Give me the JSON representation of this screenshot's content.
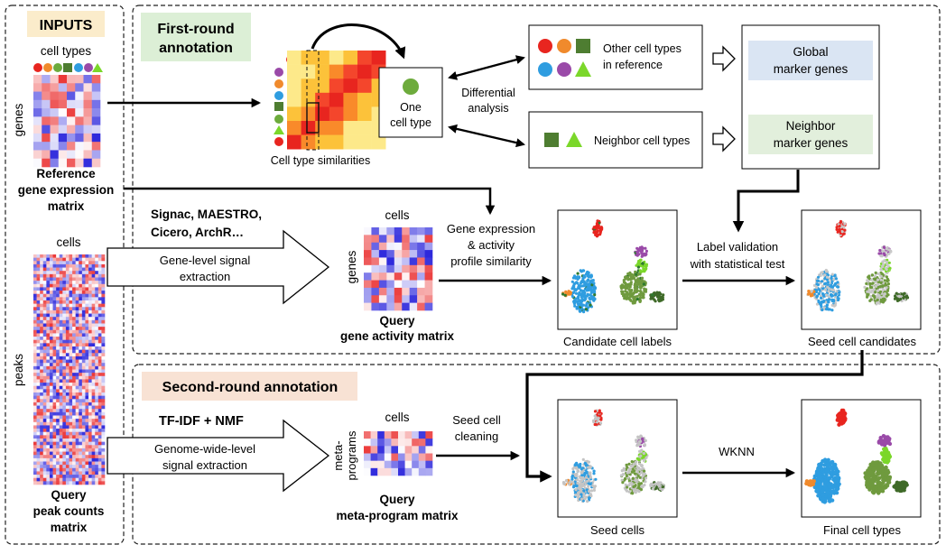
{
  "inputs": {
    "title": "INPUTS",
    "cell_types_label": "cell types",
    "genes_label": "genes",
    "ref_matrix_label": [
      "Reference",
      "gene expression",
      "matrix"
    ],
    "cells_label": "cells",
    "peaks_label": "peaks",
    "query_matrix_label": [
      "Query",
      "peak counts",
      "matrix"
    ]
  },
  "first_round": {
    "title": [
      "First-round",
      "annotation"
    ],
    "similarity_caption": "Cell type similarities",
    "one_cell_type": [
      "One",
      "cell type"
    ],
    "differential_analysis": [
      "Differential",
      "analysis"
    ],
    "other_cell_types": [
      "Other cell types",
      "in reference"
    ],
    "neighbor_cell_types": "Neighbor cell types",
    "global_marker_genes": [
      "Global",
      "marker genes"
    ],
    "neighbor_marker_genes": [
      "Neighbor",
      "marker genes"
    ],
    "tools": [
      "Signac, MAESTRO,",
      "Cicero, ArchR…"
    ],
    "gene_level_extraction": [
      "Gene-level signal",
      "extraction"
    ],
    "cells_label": "cells",
    "genes_label": "genes",
    "gene_activity_label": [
      "Query",
      "gene activity matrix"
    ],
    "profile_similarity": [
      "Gene expression",
      "& activity",
      "profile similarity"
    ],
    "candidate_labels": "Candidate cell labels",
    "label_validation": [
      "Label validation",
      "with statistical test"
    ],
    "seed_candidates": "Seed cell candidates"
  },
  "second_round": {
    "title": "Second-round annotation",
    "method": "TF-IDF + NMF",
    "genome_extraction": [
      "Genome-wide-level",
      "signal extraction"
    ],
    "cells_label": "cells",
    "metaprog_axis": [
      "meta-",
      "programs"
    ],
    "metaprog_label": [
      "Query",
      "meta-program matrix"
    ],
    "seed_cleaning": [
      "Seed cell",
      "cleaning"
    ],
    "seed_cells": "Seed cells",
    "wknn": "WKNN",
    "final_types": "Final cell types"
  },
  "colors": {
    "red": "#e8251f",
    "orange": "#f08a2c",
    "dark_green": "#4e7d31",
    "blue": "#2f9de0",
    "purple": "#9a4aa8",
    "lime": "#7bd72a",
    "inputs_bg": "#fbeccb",
    "first_bg": "#dcefd6",
    "second_bg": "#f8e2d4",
    "global_bg": "#dae5f3",
    "neighbor_bg": "#e2efdc"
  },
  "icons": [
    "red-circle-icon",
    "orange-circle-icon",
    "green-circle-icon",
    "dark-green-square-icon",
    "blue-circle-icon",
    "purple-circle-icon",
    "lime-triangle-icon"
  ]
}
